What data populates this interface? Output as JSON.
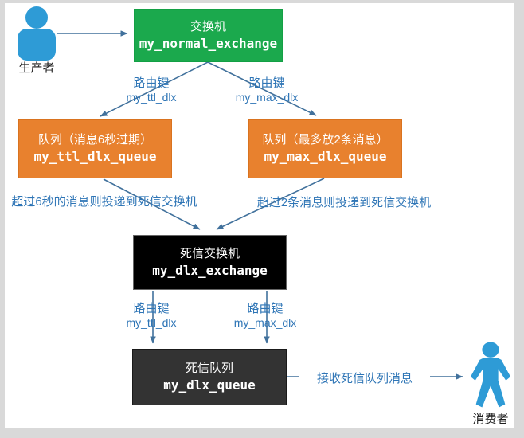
{
  "colors": {
    "exchange_green": "#1BA94D",
    "queue_orange": "#E8812E",
    "dlx_black": "#000000",
    "dlx_queue_gray": "#333333",
    "line_blue": "#41719C",
    "label_blue": "#2E75B6",
    "person_blue": "#2E9BD6",
    "frame_gray": "#D9D9D9"
  },
  "producer": {
    "label": "生产者"
  },
  "consumer": {
    "label": "消费者"
  },
  "nodes": {
    "normal_exchange": {
      "title": "交换机",
      "name": "my_normal_exchange"
    },
    "ttl_queue": {
      "title": "队列（消息6秒过期）",
      "name": "my_ttl_dlx_queue"
    },
    "max_queue": {
      "title": "队列（最多放2条消息）",
      "name": "my_max_dlx_queue"
    },
    "dlx_exchange": {
      "title": "死信交换机",
      "name": "my_dlx_exchange"
    },
    "dlx_queue": {
      "title": "死信队列",
      "name": "my_dlx_queue"
    }
  },
  "edges": {
    "route_ttl_top": {
      "line1": "路由键",
      "line2": "my_ttl_dlx"
    },
    "route_max_top": {
      "line1": "路由键",
      "line2": "my_max_dlx"
    },
    "ttl_caption": "超过6秒的消息则投递到死信交换机",
    "max_caption": "超过2条消息则投递到死信交换机",
    "route_ttl_bottom": {
      "line1": "路由键",
      "line2": "my_ttl_dlx"
    },
    "route_max_bottom": {
      "line1": "路由键",
      "line2": "my_max_dlx"
    },
    "consume_label": "接收死信队列消息"
  }
}
